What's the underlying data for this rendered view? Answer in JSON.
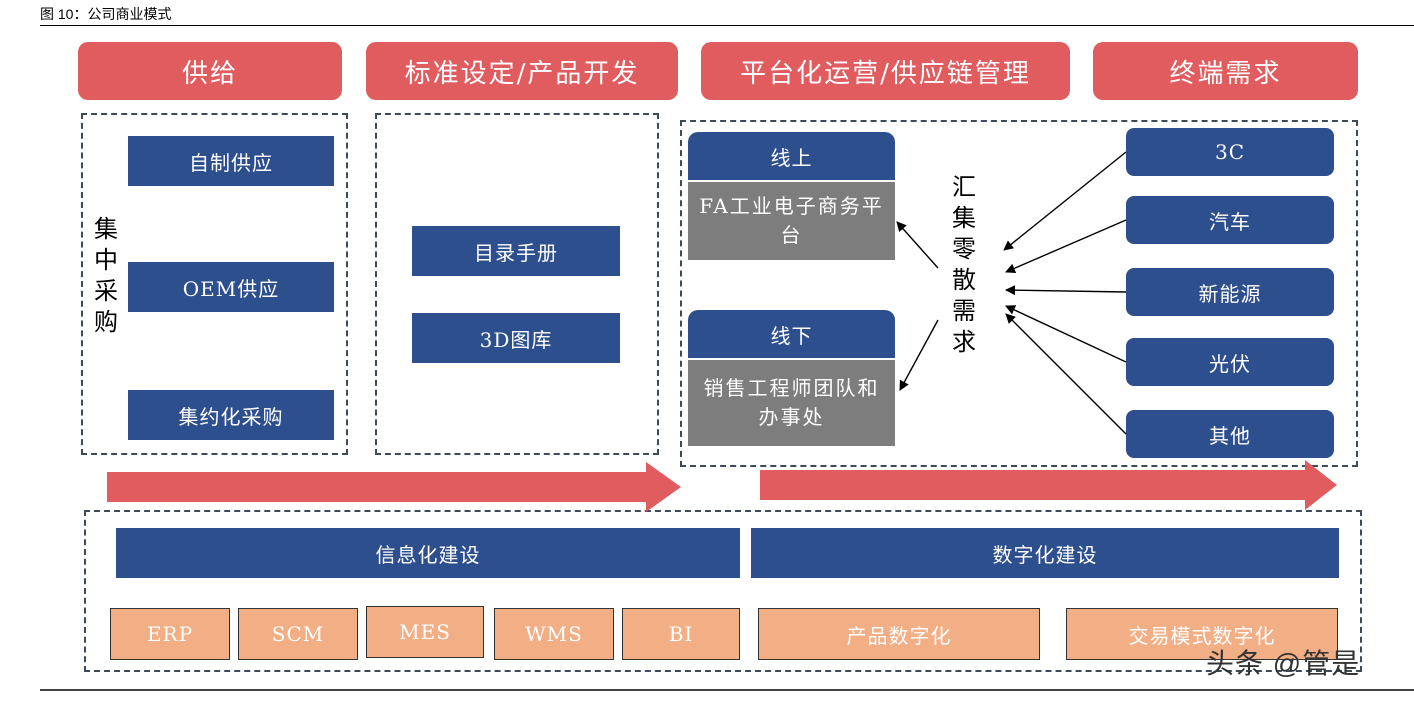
{
  "caption": "图 10：公司商业模式",
  "headers": [
    "供给",
    "标准设定/产品开发",
    "平台化运营/供应链管理",
    "终端需求"
  ],
  "supply": {
    "vertical_label": "集中采购",
    "items": [
      "自制供应",
      "OEM供应",
      "集约化采购"
    ]
  },
  "standards": {
    "items": [
      "目录手册",
      "3D图库"
    ]
  },
  "platform": {
    "online_label": "线上",
    "online_desc": "FA工业电子商务平台",
    "offline_label": "线下",
    "offline_desc": "销售工程师团队和办事处",
    "center_label": "汇集零散需求"
  },
  "demand": {
    "items": [
      "3C",
      "汽车",
      "新能源",
      "光伏",
      "其他"
    ]
  },
  "infra": {
    "info_label": "信息化建设",
    "digital_label": "数字化建设",
    "info_systems": [
      "ERP",
      "SCM",
      "MES",
      "WMS",
      "BI"
    ],
    "digital_items": [
      "产品数字化",
      "交易模式数字化"
    ]
  },
  "watermark": "头条 @管是",
  "colors": {
    "header_red": "#E05C5F",
    "navy": "#2E4F8E",
    "gray": "#7D7D7D",
    "orange": "#F2AE84",
    "dash": "#3D4A5C"
  }
}
